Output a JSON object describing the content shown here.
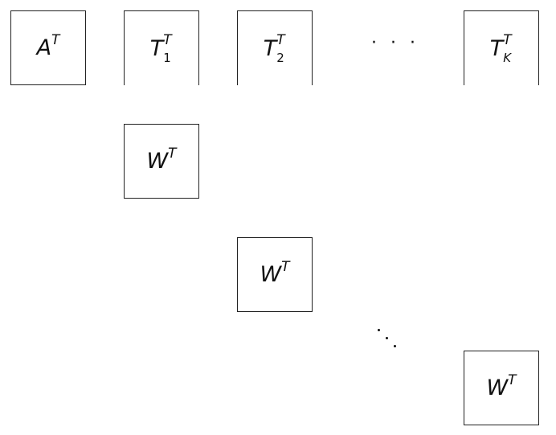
{
  "top_row": [
    {
      "base": "A",
      "sup": "T"
    },
    {
      "base": "T",
      "sub": "1",
      "sup": "T"
    },
    {
      "base": "T",
      "sub": "2",
      "sup": "T"
    },
    {
      "base": "T",
      "sub": "K",
      "sup": "T"
    }
  ],
  "diagonal": [
    {
      "base": "W",
      "sup": "T"
    },
    {
      "base": "W",
      "sup": "T"
    },
    {
      "base": "W",
      "sup": "T"
    }
  ],
  "hdots": "· · ·"
}
